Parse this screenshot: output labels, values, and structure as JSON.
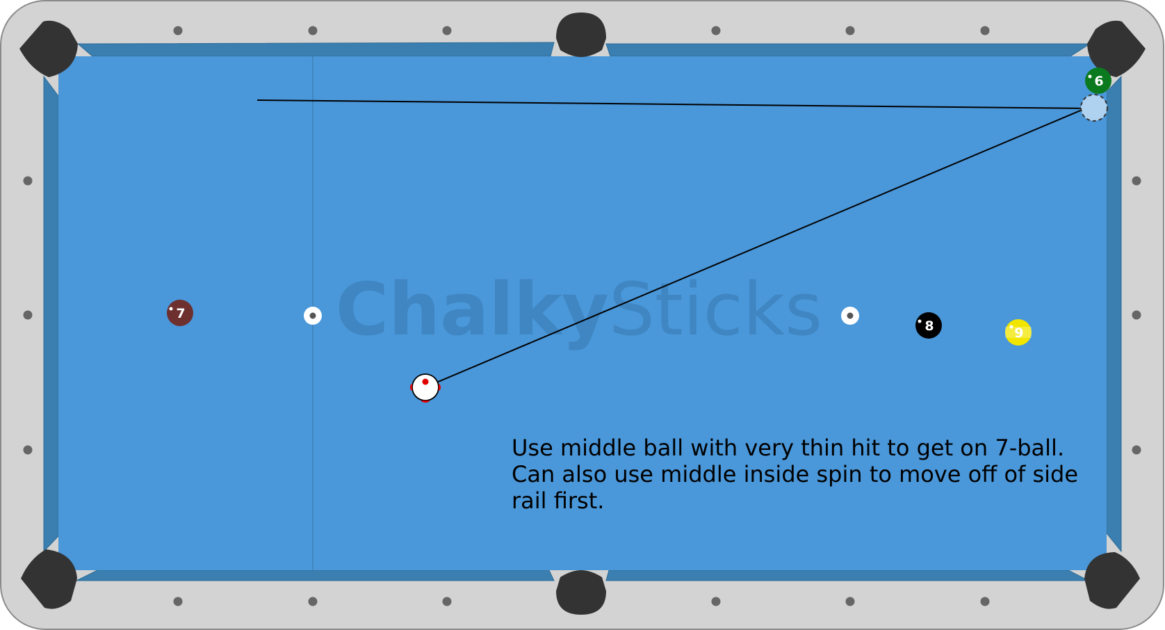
{
  "watermark": {
    "part1": "Chalky",
    "part2": "Sticks"
  },
  "balls": [
    {
      "id": "7",
      "label": "7",
      "color": "#6e2f2f"
    },
    {
      "id": "8",
      "label": "8",
      "color": "#000000"
    },
    {
      "id": "9",
      "label": "9",
      "color": "#f2e600"
    },
    {
      "id": "6",
      "label": "6",
      "color": "#0b7a1f"
    }
  ],
  "caption": {
    "line1": "Use middle ball with very thin hit to get on 7-ball.",
    "line2": "Can also use middle inside spin to move off of side",
    "line3": "rail first."
  },
  "colors": {
    "rail": "#d3d3d3",
    "cloth": "#4a97d9",
    "cushion": "#3a7fb0",
    "pocket": "#333333",
    "diamond": "#666666",
    "ghost_ball": "#aed2f0"
  }
}
